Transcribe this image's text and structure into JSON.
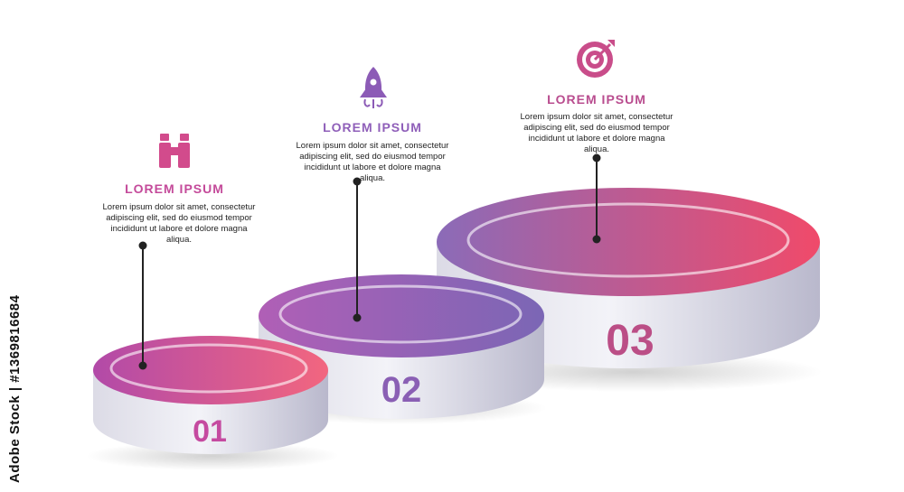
{
  "colors": {
    "pink": "#e0457a",
    "magenta": "#c4479e",
    "purple": "#8a5fb8",
    "gray_side": "#c9c8d8",
    "leader": "#222222",
    "title_step1": "#c44a9a",
    "title_step2": "#8f5fb9",
    "title_step3": "#b94d8f"
  },
  "steps": [
    {
      "number": "01",
      "icon": "binoculars-icon",
      "title": "LOREM IPSUM",
      "description": "Lorem ipsum dolor sit amet, consectetur adipiscing elit, sed do eiusmod tempor incididunt ut labore et dolore magna aliqua."
    },
    {
      "number": "02",
      "icon": "rocket-icon",
      "title": "LOREM IPSUM",
      "description": "Lorem ipsum dolor sit amet, consectetur adipiscing elit, sed do eiusmod tempor incididunt ut labore et dolore magna aliqua."
    },
    {
      "number": "03",
      "icon": "target-icon",
      "title": "LOREM IPSUM",
      "description": "Lorem ipsum dolor sit amet, consectetur adipiscing elit, sed do eiusmod tempor incididunt ut labore et dolore magna aliqua."
    }
  ],
  "watermark": "Adobe Stock | #1369816684"
}
